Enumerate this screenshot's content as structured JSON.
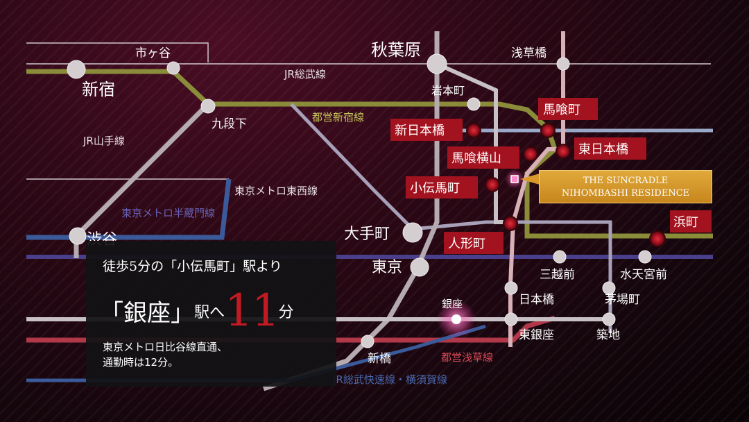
{
  "stations": {
    "shinjuku": "新宿",
    "ichigaya": "市ヶ谷",
    "kudanshita": "九段下",
    "akihabara": "秋葉原",
    "asakusabashi": "浅草橋",
    "iwamotocho": "岩本町",
    "shibuya": "渋谷",
    "otemachi": "大手町",
    "tokyo": "東京",
    "ginza": "銀座",
    "shimbashi": "新橋",
    "higashi_ginza": "東銀座",
    "tsukiji": "築地",
    "nihombashi": "日本橋",
    "mitsukoshimae": "三越前",
    "suitengumae": "水天宮前",
    "kayabacho": "茅場町"
  },
  "highlighted_stations": {
    "bakurocho": "馬喰町",
    "shin_nihombashi": "新日本橋",
    "higashi_nihombashi": "東日本橋",
    "bakuro_yokoyama": "馬喰横山",
    "kodemmacho": "小伝馬町",
    "ningyocho": "人形町",
    "hamacho": "浜町"
  },
  "lines": {
    "jr_sobu": "JR総武線",
    "toei_shinjuku": "都営新宿線",
    "jr_yamanote": "JR山手線",
    "tozai": "東京メトロ東西線",
    "hanzomon": "東京メトロ半蔵門線",
    "asakusa": "都営浅草線",
    "sobu_rapid": "JR総武快速線・横須賀線"
  },
  "property": {
    "line1": "THE SUNCRADLE",
    "line2": "NIHOMBASHI RESIDENCE"
  },
  "info": {
    "headline": "徒歩5分の「小伝馬町」駅より",
    "bracket_open": "「",
    "destination": "銀座",
    "bracket_close": "」",
    "eki": "駅へ",
    "minutes": "11",
    "fun": "分",
    "note1": "東京メトロ日比谷線直通、",
    "note2": "通勤時は12分。"
  },
  "colors": {
    "background": "#2a0714",
    "toei_shinjuku_line": "#8a8c3a",
    "tozai_line": "#3a5a9a",
    "hanzomon_line": "#4a3f8a",
    "asakusa_line": "#b03848",
    "highlight_box": "#a3131f",
    "property_callout": "#d99a2b",
    "minutes_accent": "#c21a22"
  }
}
